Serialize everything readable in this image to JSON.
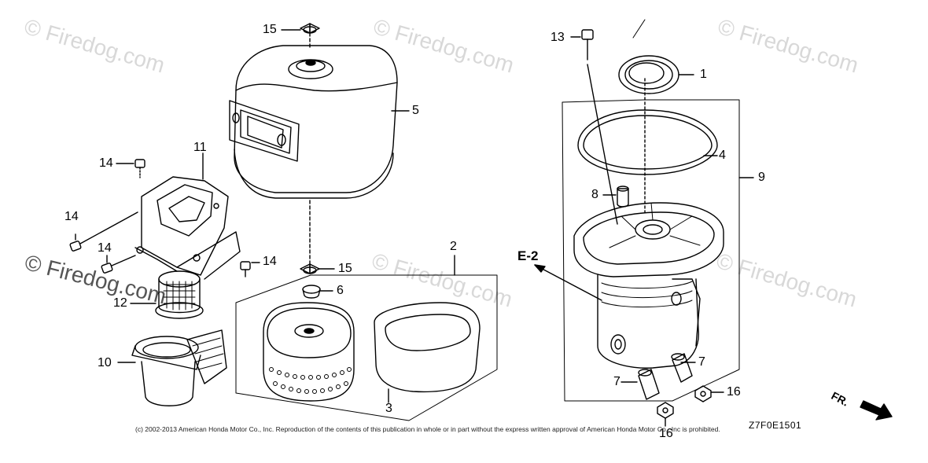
{
  "diagram": {
    "watermark_text": "© Firedog.com",
    "code": "Z7F0E1501",
    "section_ref": "E-2",
    "front_label": "FR.",
    "copyright": "(c) 2002-2013 American Honda Motor Co., Inc. Reproduction of the contents of this publication in whole or in part without the express written approval of American Honda Motor Co., Inc is prohibited.",
    "callouts": {
      "c1": "1",
      "c2": "2",
      "c3": "3",
      "c4": "4",
      "c5": "5",
      "c6": "6",
      "c7a": "7",
      "c7b": "7",
      "c8": "8",
      "c9": "9",
      "c10": "10",
      "c11": "11",
      "c12": "12",
      "c13": "13",
      "c14a": "14",
      "c14b": "14",
      "c14c": "14",
      "c14d": "14",
      "c15a": "15",
      "c15b": "15",
      "c16a": "16",
      "c16b": "16"
    },
    "colors": {
      "line": "#000000",
      "watermark": "#d8d8d8"
    }
  }
}
